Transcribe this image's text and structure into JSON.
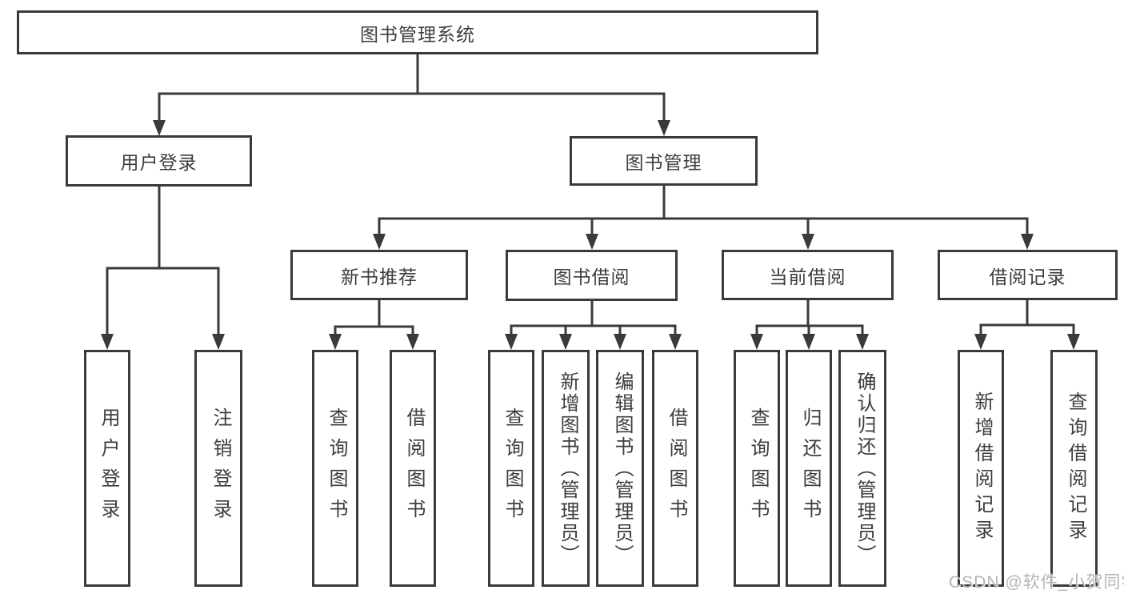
{
  "colors": {
    "line": "#3a3a3a",
    "text": "#3d3d3d",
    "background": "#ffffff",
    "watermark": "#b5b5b5"
  },
  "watermark": {
    "text": "CSDN @软件_小贺同学"
  },
  "tree": {
    "root": "图书管理系统",
    "children": [
      {
        "label": "用户登录",
        "children": [
          "用户登录",
          "注销登录"
        ]
      },
      {
        "label": "图书管理",
        "children": [
          {
            "label": "新书推荐",
            "children": [
              "查询图书",
              "借阅图书"
            ]
          },
          {
            "label": "图书借阅",
            "children": [
              "查询图书",
              "新增图书（管理员）",
              "编辑图书（管理员）",
              "借阅图书"
            ]
          },
          {
            "label": "当前借阅",
            "children": [
              "查询图书",
              "归还图书",
              "确认归还（管理员）"
            ]
          },
          {
            "label": "借阅记录",
            "children": [
              "新增借阅记录",
              "查询借阅记录"
            ]
          }
        ]
      }
    ]
  }
}
